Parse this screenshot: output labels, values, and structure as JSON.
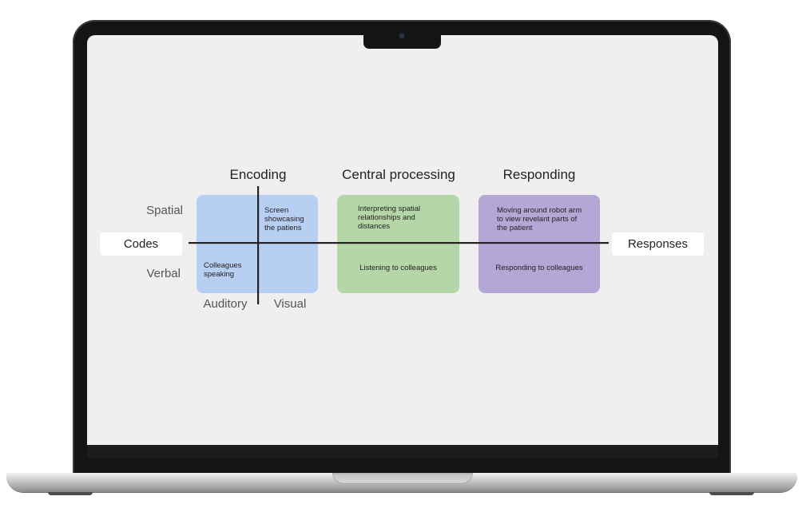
{
  "diagram": {
    "stages": [
      "Encoding",
      "Central processing",
      "Responding"
    ],
    "row_labels": {
      "top": "Spatial",
      "bottom": "Verbal"
    },
    "column_labels": {
      "left": "Auditory",
      "right": "Visual"
    },
    "axis": {
      "start": "Codes",
      "end": "Responses"
    },
    "cells": {
      "encoding_visual_spatial": "Screen showcasing the patiens",
      "encoding_auditory_verbal": "Colleagues speaking",
      "central_spatial": "Interpreting spatial relationships and distances",
      "central_verbal": "Listening to colleagues",
      "responding_spatial": "Moving around robot arm to view revelant parts of the patient",
      "responding_verbal": "Responding to colleagues"
    },
    "colors": {
      "encoding": "#b8cff4",
      "central": "#b5d7a8",
      "responding": "#b4a7d6",
      "line": "#222222"
    }
  }
}
